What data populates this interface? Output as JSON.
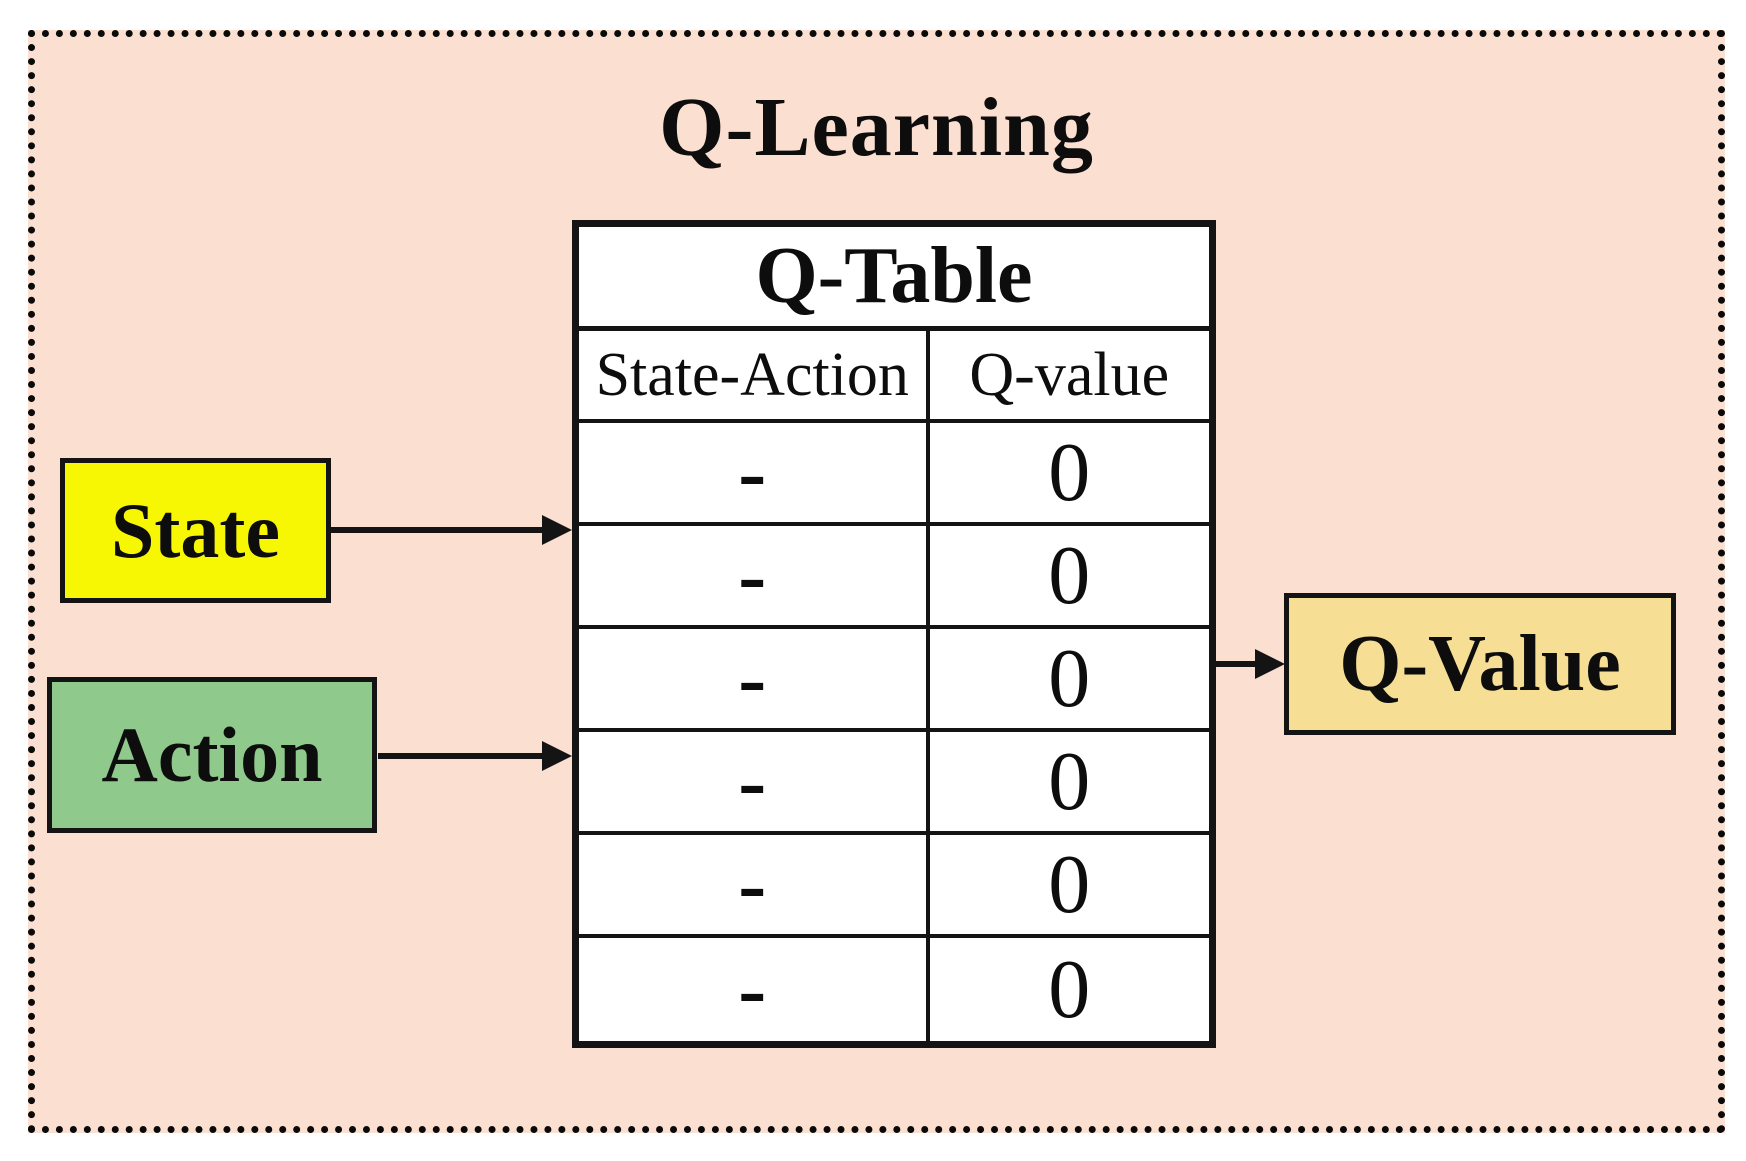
{
  "title": "Q-Learning",
  "table": {
    "title": "Q-Table",
    "columns": [
      "State-Action",
      "Q-value"
    ],
    "rows": [
      {
        "state_action": "-",
        "q_value": "0"
      },
      {
        "state_action": "-",
        "q_value": "0"
      },
      {
        "state_action": "-",
        "q_value": "0"
      },
      {
        "state_action": "-",
        "q_value": "0"
      },
      {
        "state_action": "-",
        "q_value": "0"
      },
      {
        "state_action": "-",
        "q_value": "0"
      }
    ]
  },
  "boxes": {
    "state": {
      "label": "State",
      "fill": "#f7f704"
    },
    "action": {
      "label": "Action",
      "fill": "#90c98c"
    },
    "qvalue": {
      "label": "Q-Value",
      "fill": "#f6df94"
    }
  },
  "frame": {
    "background": "#fbdfd1",
    "border_color": "#0a0a0a",
    "line_color": "#141414",
    "table_background": "#ffffff"
  }
}
